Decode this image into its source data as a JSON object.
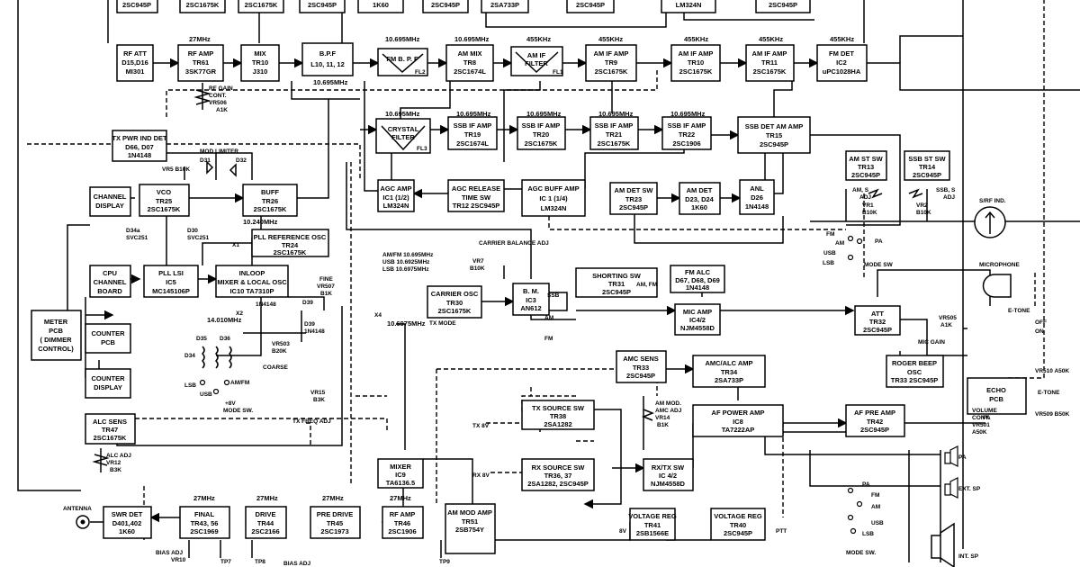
{
  "blocks": {
    "rf_att": [
      "RF ATT",
      "D15,D16",
      "MI301"
    ],
    "rf_amp": [
      "RF AMP",
      "TR61",
      "3SK77GR"
    ],
    "mix": [
      "MIX",
      "TR10",
      "J310"
    ],
    "bpf": [
      "B.P.F",
      "L10, 11, 12"
    ],
    "fm_bpf": [
      "FM B. P. F"
    ],
    "am_mix": [
      "AM MIX",
      "TR8",
      "2SC1674L"
    ],
    "am_if_filter": [
      "AM IF",
      "FILTER"
    ],
    "am_if_amp_tr9": [
      "AM IF AMP",
      "TR9",
      "2SC1675K"
    ],
    "am_if_amp_tr10": [
      "AM IF AMP",
      "TR10",
      "2SC1675K"
    ],
    "am_if_amp_tr11": [
      "AM IF AMP",
      "TR11",
      "2SC1675K"
    ],
    "fm_det": [
      "FM DET",
      "IC2",
      "uPC1028HA"
    ],
    "crystal_filter": [
      "CRYSTAL",
      "FILTER"
    ],
    "ssb_if_tr19": [
      "SSB IF AMP",
      "TR19",
      "2SC1674L"
    ],
    "ssb_if_tr20": [
      "SSB IF AMP",
      "TR20",
      "2SC1675K"
    ],
    "ssb_if_tr21": [
      "SSB IF AMP",
      "TR21",
      "2SC1675K"
    ],
    "ssb_if_tr22": [
      "SSB IF AMP",
      "TR22",
      "2SC1906"
    ],
    "ssb_det": [
      "SSB DET AM AMP",
      "TR15",
      "2SC945P"
    ],
    "tx_pwr": [
      "TX PWR IND DET",
      "D66, D07",
      "1N4148"
    ],
    "channel_display": [
      "CHANNEL",
      "DISPLAY"
    ],
    "vco": [
      "VCO",
      "TR25",
      "2SC1675K"
    ],
    "buff": [
      "BUFF",
      "TR26",
      "2SC1675K"
    ],
    "agc_amp": [
      "AGC AMP",
      "IC1 (1/2)",
      "LM324N"
    ],
    "agc_release": [
      "AGC RELEASE",
      "TIME SW",
      "TR12 2SC945P"
    ],
    "agc_buff": [
      "AGC BUFF AMP",
      "IC 1 (1/4)",
      "LM324N"
    ],
    "am_det_sw": [
      "AM DET SW",
      "TR23",
      "2SC945P"
    ],
    "am_det": [
      "AM DET",
      "D23, D24",
      "1K60"
    ],
    "anl": [
      "ANL",
      "D26",
      "1N4148"
    ],
    "am_st_sw": [
      "AM ST SW",
      "TR13",
      "2SC945P"
    ],
    "ssb_st_sw": [
      "SSB ST SW",
      "TR14",
      "2SC945P"
    ],
    "pll_ref": [
      "PLL REFERENCE OSC",
      "TR24",
      "2SC1675K"
    ],
    "cpu": [
      "CPU",
      "CHANNEL",
      "BOARD"
    ],
    "pll_lsi": [
      "PLL LSI",
      "IC5",
      "MC145106P"
    ],
    "inloop": [
      "INLOOP",
      "MIXER & LOCAL OSC",
      "IC10 TA7310P"
    ],
    "carrier_osc": [
      "CARRIER OSC",
      "TR30",
      "2SC1675K"
    ],
    "bm": [
      "B. M.",
      "IC3",
      "AN612"
    ],
    "shorting_sw": [
      "SHORTING SW",
      "TR31",
      "2SC945P"
    ],
    "fm_alc": [
      "FM ALC",
      "D67, D68, D69",
      "1N4148"
    ],
    "mic_amp": [
      "MIC AMP",
      "IC4/2",
      "NJM4558D"
    ],
    "att": [
      "ATT",
      "TR32",
      "2SC945P"
    ],
    "meter_pcb": [
      "METER",
      "PCB",
      "( DIMMER",
      "CONTROL)"
    ],
    "counter_pcb": [
      "COUNTER",
      "PCB"
    ],
    "counter_display": [
      "COUNTER",
      "DISPLAY"
    ],
    "amc_sens": [
      "AMC SENS",
      "TR33",
      "2SC945P"
    ],
    "amc_alc_amp": [
      "AMC/ALC AMP",
      "TR34",
      "2SA733P"
    ],
    "roger_beep": [
      "ROGER BEEP",
      "OSC",
      "TR33 2SC945P"
    ],
    "echo_pcb": [
      "ECHO",
      "PCB"
    ],
    "alc_sens": [
      "ALC SENS",
      "TR47",
      "2SC1675K"
    ],
    "tx_source_sw": [
      "TX SOURCE SW",
      "TR38",
      "2SA1282"
    ],
    "af_power_amp": [
      "AF POWER AMP",
      "IC8",
      "TA7222AP"
    ],
    "af_pre_amp": [
      "AF PRE AMP",
      "TR42",
      "2SC945P"
    ],
    "mixer_ic9": [
      "MIXER",
      "IC9",
      "TA6136.5"
    ],
    "rx_source_sw": [
      "RX SOURCE SW",
      "TR36, 37",
      "2SA1282, 2SC945P"
    ],
    "rx_tx_sw": [
      "RX/TX SW",
      "IC 4/2",
      "NJM4558D"
    ],
    "swr_det": [
      "SWR DET",
      "D401,402",
      "1K60"
    ],
    "final": [
      "FINAL",
      "TR43, 56",
      "2SC1969"
    ],
    "drive": [
      "DRIVE",
      "TR44",
      "2SC2166"
    ],
    "pre_drive": [
      "PRE DRIVE",
      "TR45",
      "2SC1973"
    ],
    "rf_amp_tr46": [
      "RF AMP",
      "TR46",
      "2SC1906"
    ],
    "am_mod_amp": [
      "AM MOD AMP",
      "TR51",
      "2SB754Y"
    ],
    "vreg_41": [
      "VOLTAGE REG",
      "TR41",
      "2SB1566E"
    ],
    "vreg_40": [
      "VOLTAGE REG",
      "TR40",
      "2SC945P"
    ]
  },
  "top_row": [
    "2SC945P",
    "2SC1675K",
    "2SC1675K",
    "2SC945P",
    "1K60",
    "2SC945P",
    "2SA733P",
    "2SC945P",
    "LM324N",
    "2SC945P"
  ],
  "freqs": {
    "f27a": "27MHz",
    "f27b": "27MHz",
    "f27c": "27MHz",
    "f27d": "27MHz",
    "f27e": "27MHz",
    "f10a": "10.695MHz",
    "f10b": "10.695MHz",
    "f10c": "10.695MHz",
    "f10d": "10.695MHz",
    "f10e": "10.695MHz",
    "f10f": "10.695MHz",
    "f10g": "10.695MHz",
    "f10h": "10.695MHz",
    "f455a": "455KHz",
    "f455b": "455KHz",
    "f455c": "455KHz",
    "f455d": "455KHz",
    "f455e": "455KHz",
    "vco_f": "10.240MHz",
    "x2_f": "14.010MHz",
    "x4_f": "10.6975MHz"
  },
  "labels": {
    "rf_gain": [
      "RF GAIN",
      "CONT.",
      "VR506",
      "A1K"
    ],
    "mod_limiter": [
      "MOD LIMITER",
      "D31",
      "D32"
    ],
    "vr5": "VR5 B10K",
    "d34a": [
      "D34a",
      "SVC251"
    ],
    "d30": [
      "D30",
      "SVC251"
    ],
    "x1": "X1",
    "x2": "X2",
    "x4": "X4",
    "carrier_bal": "CARRIER BALANCE ADJ",
    "am_fm_list": [
      "AM/FM  10.695MHz",
      "USB    10.6925MHz",
      "LSB    10.6975MHz"
    ],
    "vr7": [
      "VR7",
      "B10K"
    ],
    "tx_mode": "TX MODE",
    "ssb": "SSB",
    "am": "AM",
    "fm": "FM",
    "am_fm": "AM, FM",
    "fine": [
      "FINE",
      "VR507",
      "B1K"
    ],
    "d39_top": [
      "D39",
      "1N4148"
    ],
    "d39_bot": [
      "D39",
      "1N4148"
    ],
    "dd": "1N4148",
    "vr503": [
      "VR503",
      "B20K"
    ],
    "coarse": "COARSE",
    "d35": "D35",
    "d36": "D36",
    "d34": "D34",
    "lsb1": "LSB",
    "usb1": "USB",
    "amfm1": "AM/FM",
    "eight_v": "+8V",
    "mode_sw1": "MODE SW.",
    "vr15": [
      "VR15",
      "B3K"
    ],
    "tx_freq_adj": "TX FREQ ADJ",
    "alc_adj": [
      "ALC ADJ",
      "VR12",
      "B3K"
    ],
    "vr1": [
      "VR1",
      "B10K"
    ],
    "vr2": [
      "VR2",
      "B10K"
    ],
    "am_s_adj": [
      "AM, S",
      "ADJ"
    ],
    "ssb_s_adj": [
      "SSB, S",
      "ADJ"
    ],
    "sr_ind": "S/RF IND.",
    "pa1": "PA",
    "fm2": "FM",
    "am2": "AM",
    "usb2": "USB",
    "lsb2": "LSB",
    "mode_sw2": "MODE SW",
    "microphone": "MICROPHONE",
    "etone": "E-TONE",
    "off": "OFF",
    "on": "ON",
    "vr505": [
      "VR505",
      "A1K"
    ],
    "mic_gain": "MIC GAIN",
    "vr510": "VR510  A50K",
    "e_tone2": "E-TONE",
    "vr509": "VR509  B50K",
    "pa2": "PA",
    "am_mod_amc": [
      "AM MOD.",
      "AMC ADJ",
      "VR14",
      "B1K"
    ],
    "tx8v": "TX 8V",
    "rx8v": "RX 8V",
    "volume": [
      "VOLUME",
      "CONT.",
      "VR501",
      "A50K"
    ],
    "pa3": "PA",
    "ext_sp": "EXT. SP",
    "int_sp": "INT. SP",
    "pa4": "PA",
    "fm3": "FM",
    "am3": "AM",
    "usb3": "USB",
    "lsb3": "LSB",
    "mode_sw3": "MODE SW.",
    "antenna": "ANTENNA",
    "bias_adj1": [
      "BIAS ADJ",
      "VR10"
    ],
    "tp7": "TP7",
    "tp8": "TP8",
    "bias_adj2": "BIAS ADJ",
    "tp9": "TP9",
    "eight_v2": "8V",
    "ptt": "PTT",
    "fl1": "FL1",
    "fl2": "FL2",
    "fl3": "FL3"
  }
}
